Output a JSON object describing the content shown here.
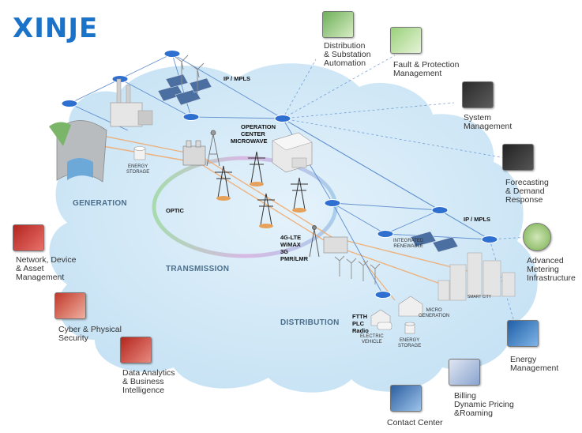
{
  "brand": "XINJE",
  "regions": {
    "generation": "GENERATION",
    "transmission": "TRANSMISSION",
    "distribution": "DISTRIBUTION"
  },
  "network_labels": {
    "ip_mpls_top": "IP / MPLS",
    "operation_center": "OPERATION\nCENTER",
    "microwave": "MICROWAVE",
    "optic": "OPTIC",
    "wireless": "4G-LTE\nWiMAX\n3G\nPMR/LMR",
    "ip_mpls_right": "IP / MPLS",
    "ftth": "FTTH\nPLC\nRadio"
  },
  "asset_labels": {
    "energy_storage_gen": "ENERGY\nSTORAGE",
    "integrated_renewable": "INTEGRATED\nRENEWABLE",
    "micro_generation": "MICRO\nGENERATION",
    "electric_vehicle": "ELECTRIC\nVEHICLE",
    "energy_storage_dist": "ENERGY\nSTORAGE",
    "smart_city": "SMART CITY"
  },
  "apps": {
    "distribution_automation": {
      "label": "Distribution\n& Substation\nAutomation",
      "icon": "distribution-substation-icon"
    },
    "fault_protection": {
      "label": "Fault & Protection\nManagement",
      "icon": "fault-protection-icon"
    },
    "system_management": {
      "label": "System\nManagement",
      "icon": "system-management-icon"
    },
    "forecasting": {
      "label": "Forecasting\n& Demand\nResponse",
      "icon": "forecasting-icon"
    },
    "advanced_metering": {
      "label": "Advanced\nMetering\nInfrastructure",
      "icon": "smart-meter-icon"
    },
    "energy_management": {
      "label": "Energy\nManagement",
      "icon": "energy-management-icon"
    },
    "billing": {
      "label": "Billing\nDynamic Pricing\n&Roaming",
      "icon": "billing-icon"
    },
    "contact_center": {
      "label": "Contact Center",
      "icon": "contact-center-icon"
    },
    "network_device": {
      "label": "Network, Device\n& Asset\nManagement",
      "icon": "network-device-icon"
    },
    "cyber_security": {
      "label": "Cyber & Physical\nSecurity",
      "icon": "cyber-security-icon"
    },
    "data_analytics": {
      "label": "Data Analytics\n& Business\nIntelligence",
      "icon": "data-analytics-icon"
    }
  },
  "colors": {
    "brand": "#1a73c8",
    "cloud": "#cfe8f7",
    "node": "#2f6fd0",
    "link_blue": "#3a78c8",
    "link_orange": "#f0a060"
  }
}
